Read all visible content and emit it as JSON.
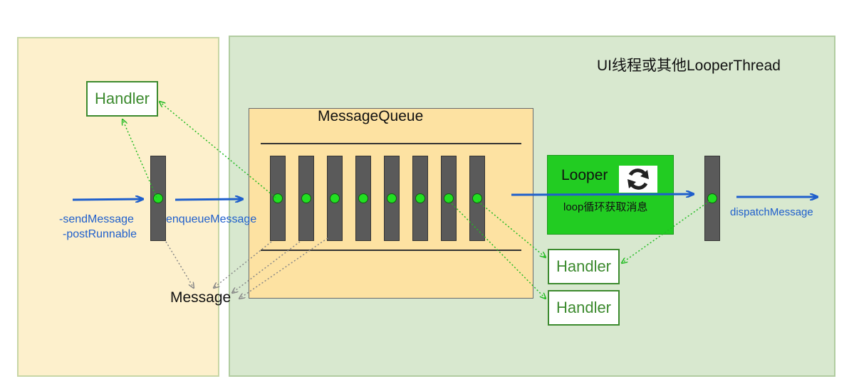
{
  "thread_title": "UI线程或其他LooperThread",
  "queue_title": "MessageQueue",
  "looper": {
    "label": "Looper",
    "caption": "loop循环获取消息",
    "icon": "refresh-icon"
  },
  "handlers": [
    "Handler",
    "Handler",
    "Handler"
  ],
  "message_label": "Message",
  "send_labels": [
    "-sendMessage",
    "-postRunnable"
  ],
  "enqueue_label": "enqueueMessage",
  "dispatch_label": "dispatchMessage",
  "colors": {
    "left_panel": "#fdf0cc",
    "right_panel": "#d8e8cf",
    "queue": "#fde2a2",
    "looper": "#22cc22",
    "handler_text": "#3c8a2e",
    "flow_arrow": "#1f5fcc",
    "dotted_green": "#22bb22",
    "dotted_gray": "#888888"
  }
}
